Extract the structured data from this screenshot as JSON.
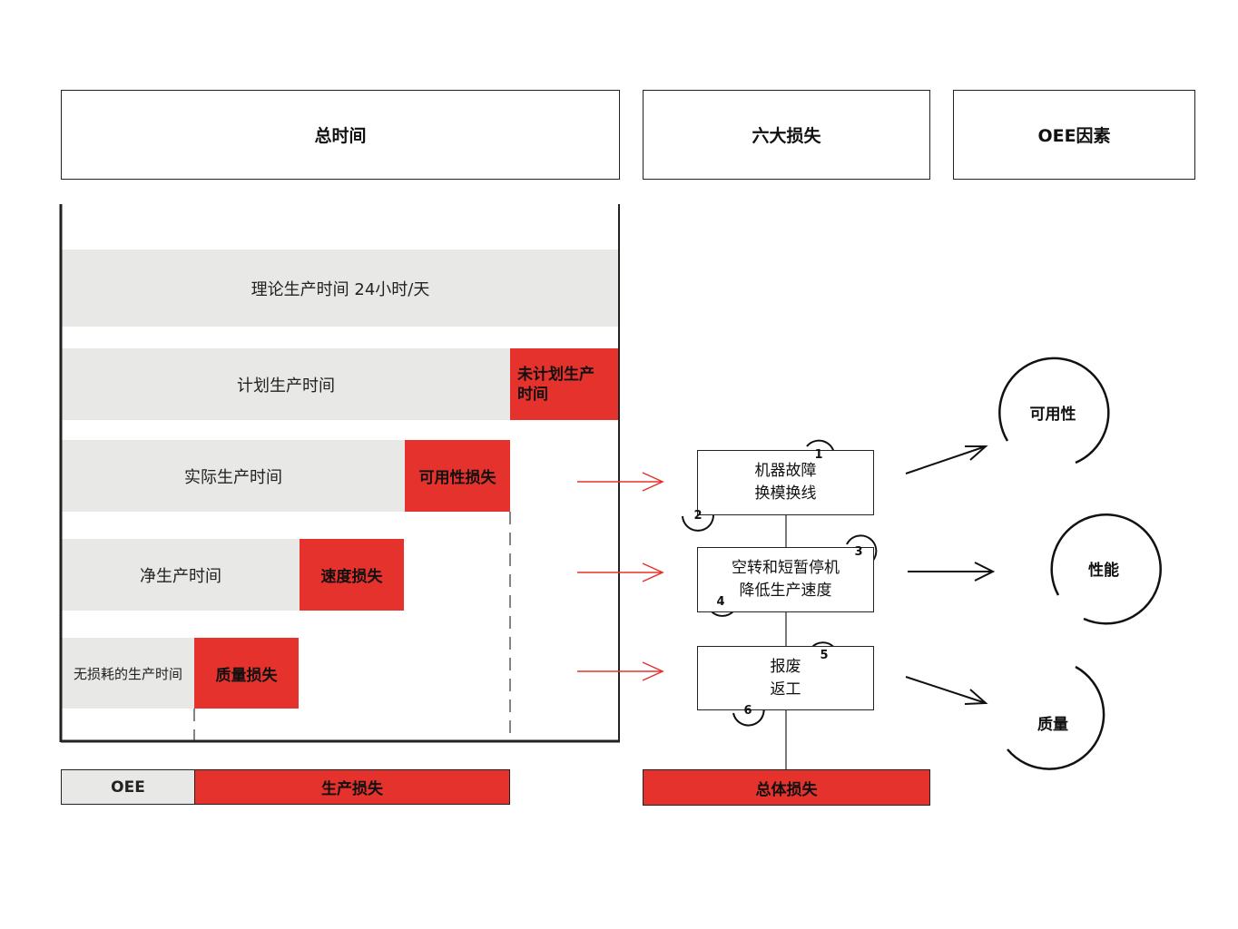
{
  "headers": {
    "total_time": "总时间",
    "six_losses": "六大损失",
    "oee_factors": "OEE因素"
  },
  "bars": {
    "theoretical": "理论生产时间 24小时/天",
    "planned": "计划生产时间",
    "unplanned": "未计划生产时间",
    "actual": "实际生产时间",
    "availability_loss": "可用性损失",
    "net": "净生产时间",
    "speed_loss": "速度损失",
    "fully_productive": "无损耗的生产时间",
    "quality_loss": "质量损失"
  },
  "footer": {
    "oee": "OEE",
    "production_loss": "生产损失",
    "total_loss": "总体损失"
  },
  "loss_boxes": [
    {
      "line1": "机器故障",
      "line2": "换模换线",
      "nums": [
        "1",
        "2"
      ]
    },
    {
      "line1": "空转和短暂停机",
      "line2": "降低生产速度",
      "nums": [
        "3",
        "4"
      ]
    },
    {
      "line1": "报废",
      "line2": "返工",
      "nums": [
        "5",
        "6"
      ]
    }
  ],
  "factors": {
    "availability": "可用性",
    "performance": "性能",
    "quality": "质量"
  },
  "colors": {
    "accent_red": "#e5322d",
    "bar_gray": "#e8e8e6",
    "line": "#222222"
  }
}
